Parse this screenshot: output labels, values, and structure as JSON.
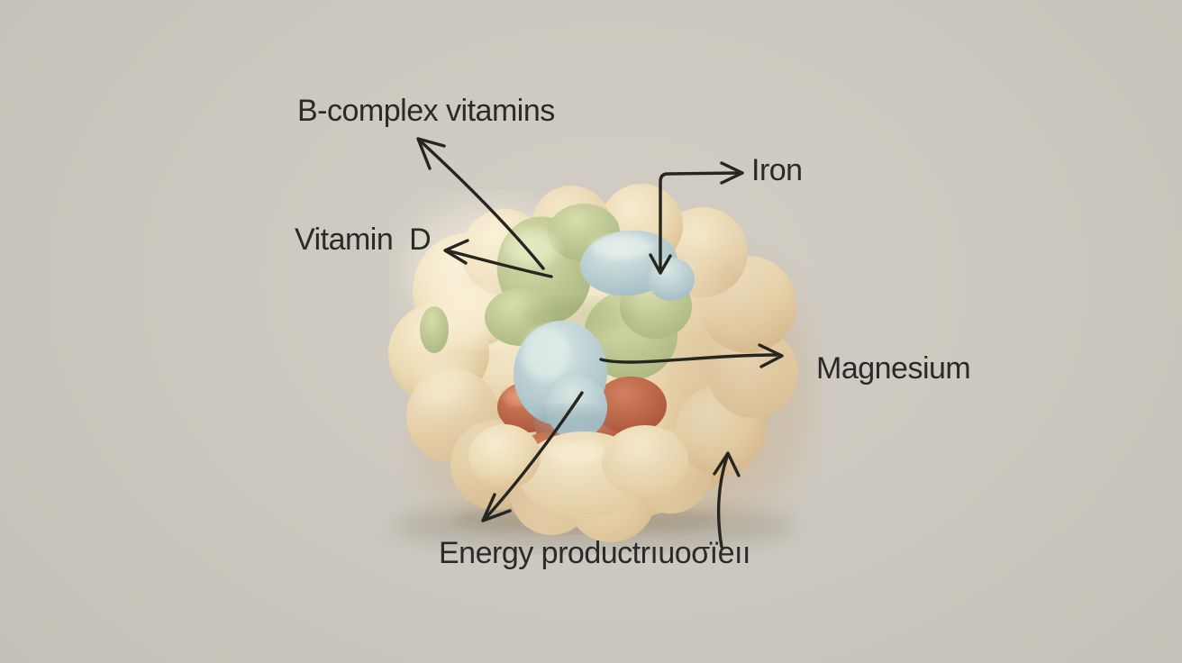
{
  "scene": {
    "description": "Photorealistic clay brain model on a neutral studio backdrop with hand-drawn arrows labeling colored nutrient regions",
    "background_color": "#cbc7be",
    "arrow_color": "#26251f",
    "text_color": "#2b2a27",
    "region_colors": {
      "brain_base_cream": "#e9d6ae",
      "green_region": "#bcc692",
      "blue_region": "#b3c8cc",
      "red_region": "#bd6449"
    }
  },
  "labels": [
    {
      "id": "b_complex",
      "text": "B-complex vitamins"
    },
    {
      "id": "iron",
      "text": "Iron"
    },
    {
      "id": "vitamin_d",
      "text": "Vitamin  D"
    },
    {
      "id": "magnesium",
      "text": "Magnesium"
    },
    {
      "id": "energy_production",
      "text": "Energy productrıuoσïeıı"
    }
  ]
}
